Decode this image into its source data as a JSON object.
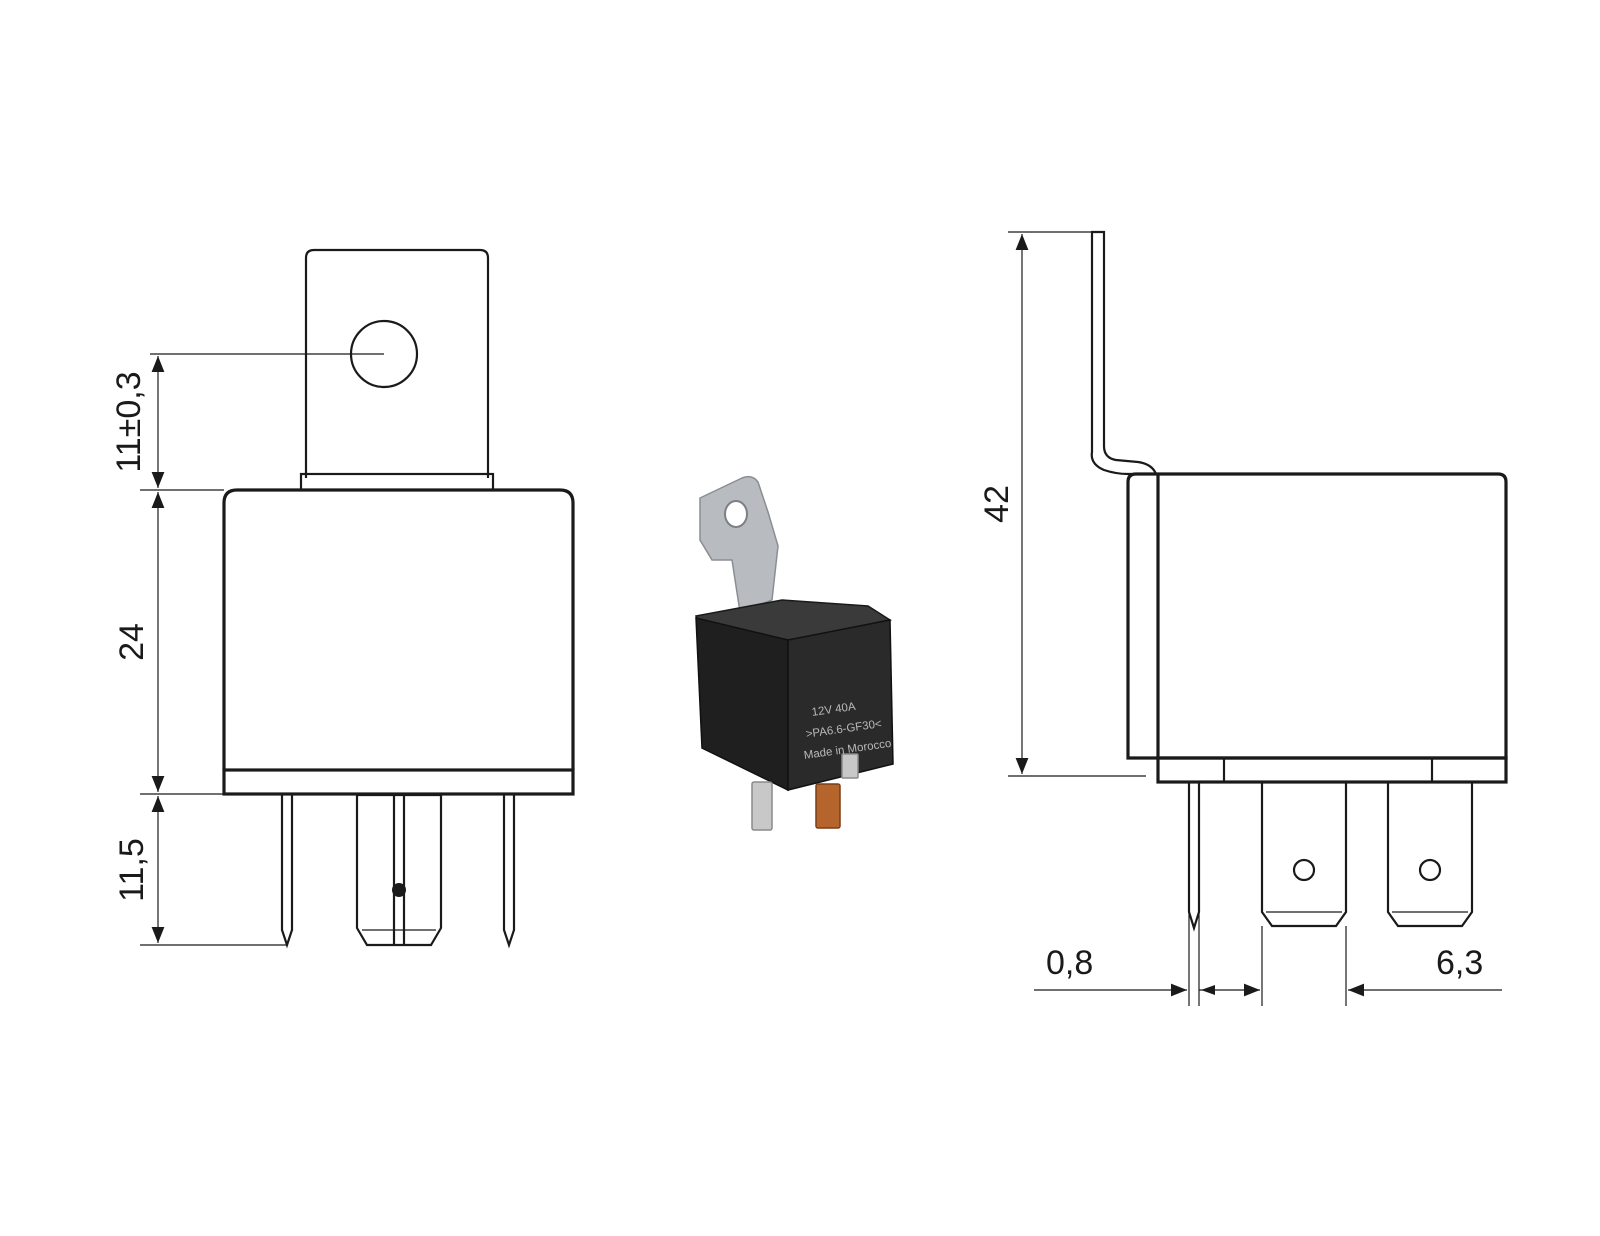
{
  "dimensions": {
    "tab_hole_offset": "11±0,3",
    "body_height": "24",
    "pin_length": "11,5",
    "overall_height": "42",
    "pin_thickness": "0,8",
    "pin_width": "6,3"
  },
  "photo": {
    "line1": "12V   40A",
    "line2": ">PA6.6-GF30<",
    "line3": "Made in Morocco",
    "colors": {
      "housing": "#2a2a2a",
      "bracket": "#b8bcc0",
      "terminal": "#c8c8c8",
      "copper": "#b5652c"
    }
  }
}
